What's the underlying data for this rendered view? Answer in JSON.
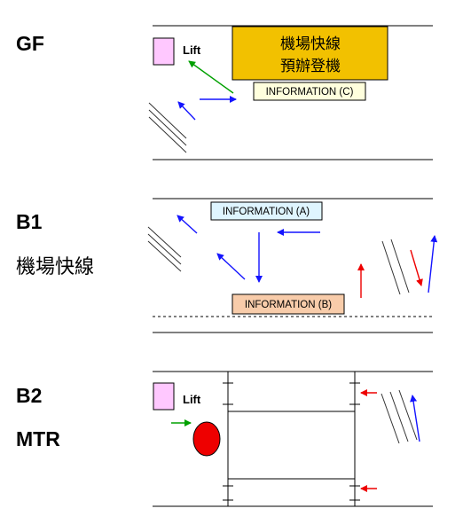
{
  "levels": {
    "gf": {
      "label": "GF"
    },
    "b1": {
      "label": "B1",
      "sublabel": "機場快線"
    },
    "b2": {
      "label": "B2",
      "sublabel": "MTR"
    }
  },
  "lift": {
    "label": "Lift"
  },
  "airport_express_counter": {
    "line1": "機場快線",
    "line2": "預辦登機"
  },
  "information": {
    "a": "INFORMATION (A)",
    "b": "INFORMATION (B)",
    "c": "INFORMATION (C)"
  },
  "colors": {
    "lift_fill": "#ffc8ff",
    "counter_fill": "#f2c100",
    "info_a_fill": "#dff5ff",
    "info_b_fill": "#f8ccaa",
    "info_c_fill": "#ffffdd",
    "mtr_marker": "#ee0000",
    "arrow_blue": "#1414ff",
    "arrow_red": "#ee0000",
    "arrow_green": "#00a000"
  }
}
